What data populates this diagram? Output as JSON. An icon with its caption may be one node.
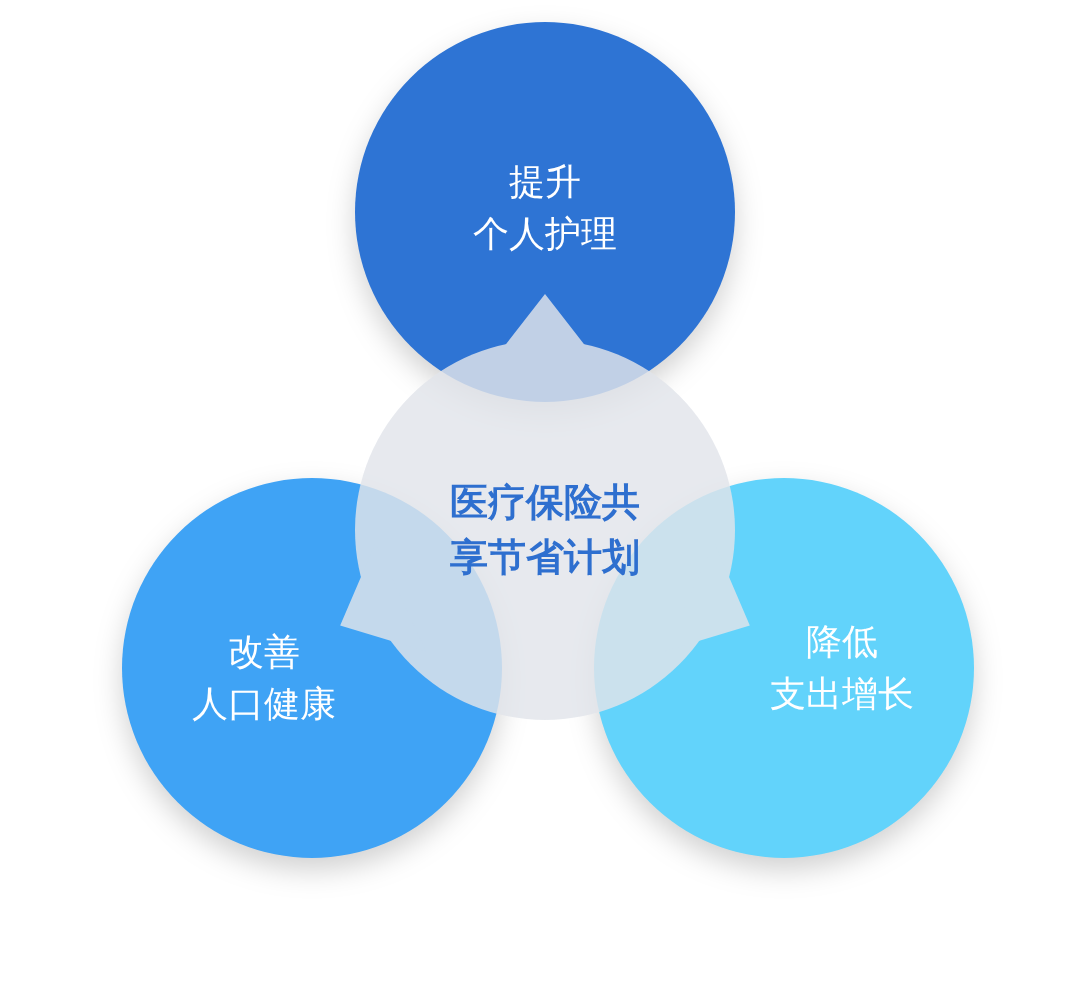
{
  "diagram": {
    "nodes": [
      {
        "text": [
          "提升个人护理"
        ]
      },
      {
        "text": [
          "改善人口健康"
        ]
      },
      {
        "text": [
          "降低支出增长"
        ]
      },
      {
        "text": [
          "医疗保险共享节省计划"
        ]
      }
    ]
  }
}
